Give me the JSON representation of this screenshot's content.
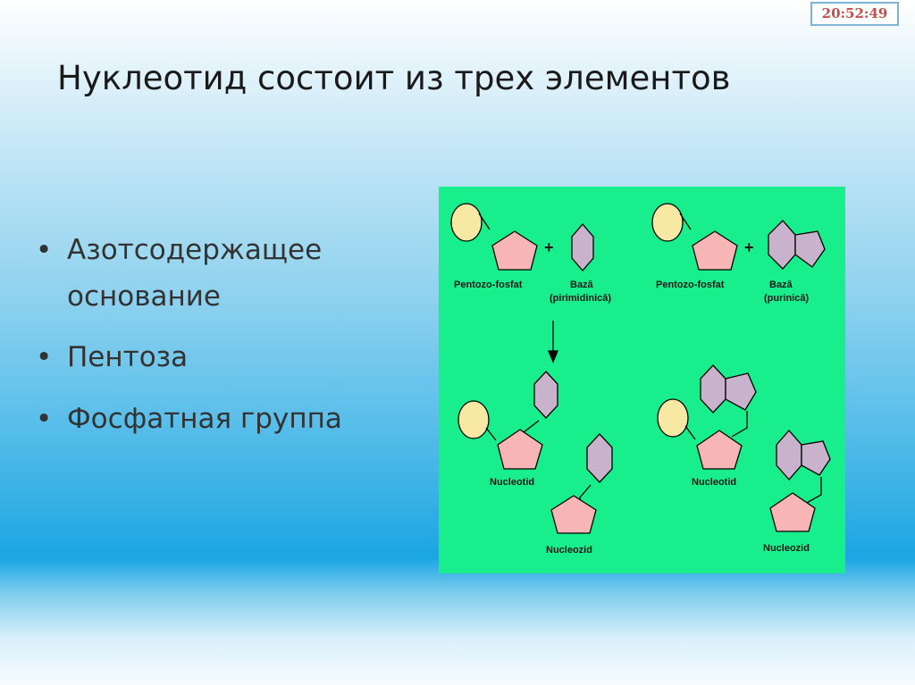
{
  "clock": {
    "time": "20:52:49"
  },
  "slide": {
    "title": "Нуклеотид состоит из трех элементов",
    "bullets": [
      {
        "text": "Азотсодержащее основание"
      },
      {
        "text": "Пентоза"
      },
      {
        "text": "Фосфатная группа"
      }
    ]
  },
  "diagram": {
    "colors": {
      "background": "#18ee8c",
      "phosphate": "#f7e8a3",
      "pentose": "#f7b5b5",
      "base": "#c9b2cc",
      "line": "#000000"
    },
    "plus": "+",
    "left": {
      "pentozo_fosfat": "Pentozo-fosfat",
      "baza": "Bază",
      "baza_type": "(pirimidinică)",
      "nucleotid": "Nucleotid",
      "nucleozid": "Nucleozid"
    },
    "right": {
      "pentozo_fosfat": "Pentozo-fosfat",
      "baza": "Bază",
      "baza_type": "(purinică)",
      "nucleotid": "Nucleotid",
      "nucleozid": "Nucleozid"
    }
  }
}
